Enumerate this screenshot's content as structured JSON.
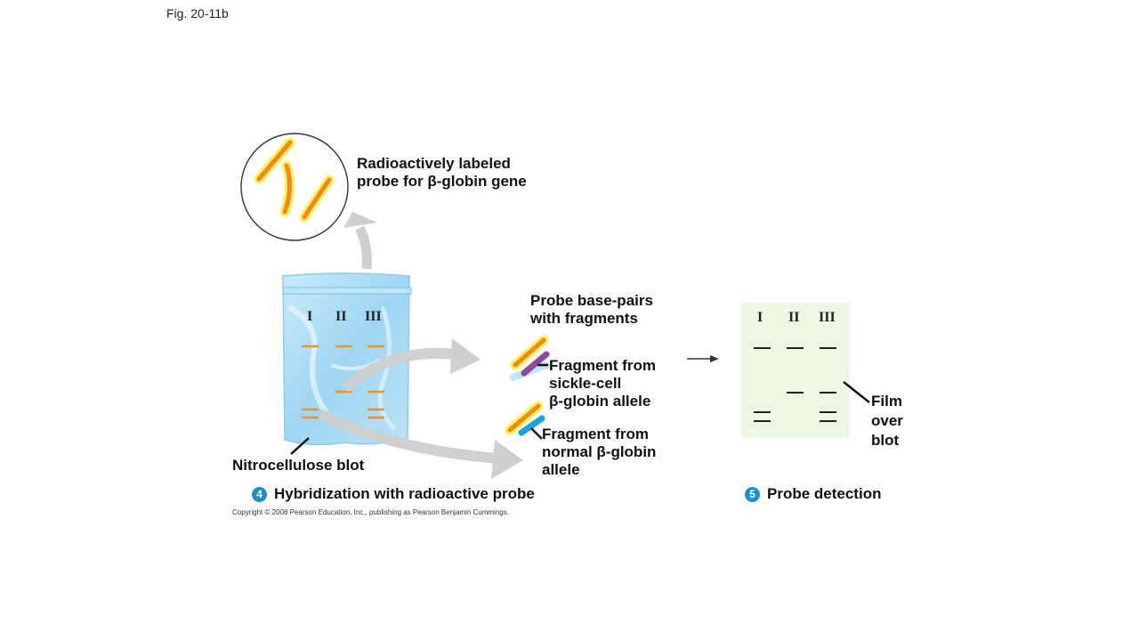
{
  "figure_label": "Fig. 20-11b",
  "probe_label": {
    "line1": "Radioactively labeled",
    "line2": "probe for β-globin gene"
  },
  "blot": {
    "lanes": [
      "I",
      "II",
      "III"
    ],
    "label": "Nitrocellulose blot",
    "band_color": "#f0922a",
    "bag_color": "#aedcf3"
  },
  "base_pair_label": {
    "line1": "Probe base-pairs",
    "line2": "with fragments"
  },
  "sickle_label": {
    "line1": "Fragment from",
    "line2": "sickle-cell",
    "line3": "β-globin allele"
  },
  "normal_label": {
    "line1": "Fragment from",
    "line2": "normal β-globin",
    "line3": "allele"
  },
  "film": {
    "lanes": [
      "I",
      "II",
      "III"
    ],
    "label": {
      "line1": "Film",
      "line2": "over",
      "line3": "blot"
    },
    "background_color": "#eef6e4"
  },
  "steps": [
    {
      "number": "4",
      "title": "Hybridization with radioactive probe"
    },
    {
      "number": "5",
      "title": "Probe detection"
    }
  ],
  "colors": {
    "probe_orange": "#f08a1c",
    "probe_yellow": "#fff060",
    "sickle_fragment": "#8c4a9c",
    "normal_fragment": "#1aa6dd",
    "arrow_gray": "#cfcfcf",
    "step_badge": "#1b8fc9"
  },
  "copyright": "Copyright © 2008 Pearson Education, Inc., publishing as Pearson Benjamin Cummings."
}
